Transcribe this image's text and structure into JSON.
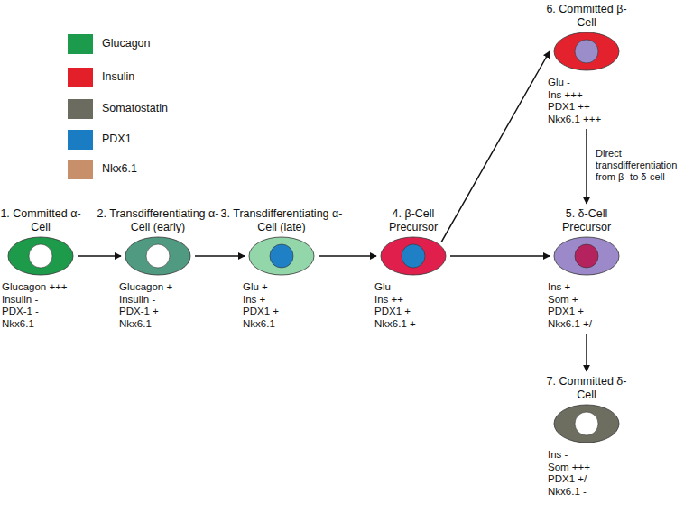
{
  "diagram": {
    "nodes": [
      {
        "text": [
          "1. Committed α-Cell",
          "Glucagon +++",
          "Insulin -",
          "PDX-1 -",
          "Nkx6.1 -"
        ]
      },
      {
        "text": [
          "2. Transdifferentiating α-Cell (early)",
          "Glucagon +",
          "Insulin -",
          "PDX-1 +",
          "Nkx6.1 -"
        ]
      },
      {
        "text": [
          "3. Transdifferentiating α-Cell (late)",
          "Glu +",
          "Ins +",
          "PDX1 +",
          "Nkx6.1 -"
        ]
      },
      {
        "text": [
          "4. β-Cell Precursor",
          "Glu -",
          "Ins ++",
          "PDX1 +",
          "Nkx6.1 +"
        ]
      },
      {
        "text": [
          "5. δ-Cell Precursor",
          "Ins +",
          "Som +",
          "PDX1 +",
          "Nkx6.1 +/-"
        ]
      },
      {
        "text": [
          "6. Committed β-Cell",
          "Glu -",
          "Ins +++",
          "PDX1 ++",
          "Nkx6.1 +++"
        ]
      },
      {
        "text": [
          "7. Committed δ-Cell",
          "Ins -",
          "Som +++",
          "PDX1 +/-",
          "Nkx6.1 -"
        ]
      }
    ],
    "edges": [
      {
        "from": 0,
        "to": 1,
        "arrow": "to"
      },
      {
        "from": 1,
        "to": 2,
        "arrow": "to"
      },
      {
        "from": 2,
        "to": 3,
        "arrow": "to"
      },
      {
        "from": 3,
        "to": 5,
        "arrow": "to"
      },
      {
        "from": 3,
        "to": 4,
        "arrow": "to"
      },
      {
        "from": 5,
        "to": 4,
        "label": "Direct transdifferentiation from β- to δ-cell",
        "arrow": "to"
      },
      {
        "from": 4,
        "to": 6,
        "arrow": "to"
      }
    ],
    "legend": [
      {
        "text": "Glucagon",
        "color": "#1b9b4b"
      },
      {
        "text": "Insulin",
        "color": "#e3202a"
      },
      {
        "text": "Somatostatin",
        "color": "#6b6b5f"
      },
      {
        "text": "PDX1",
        "color": "#1a7dc4"
      },
      {
        "text": "Nkx6.1",
        "color": "#c8906a"
      }
    ]
  }
}
